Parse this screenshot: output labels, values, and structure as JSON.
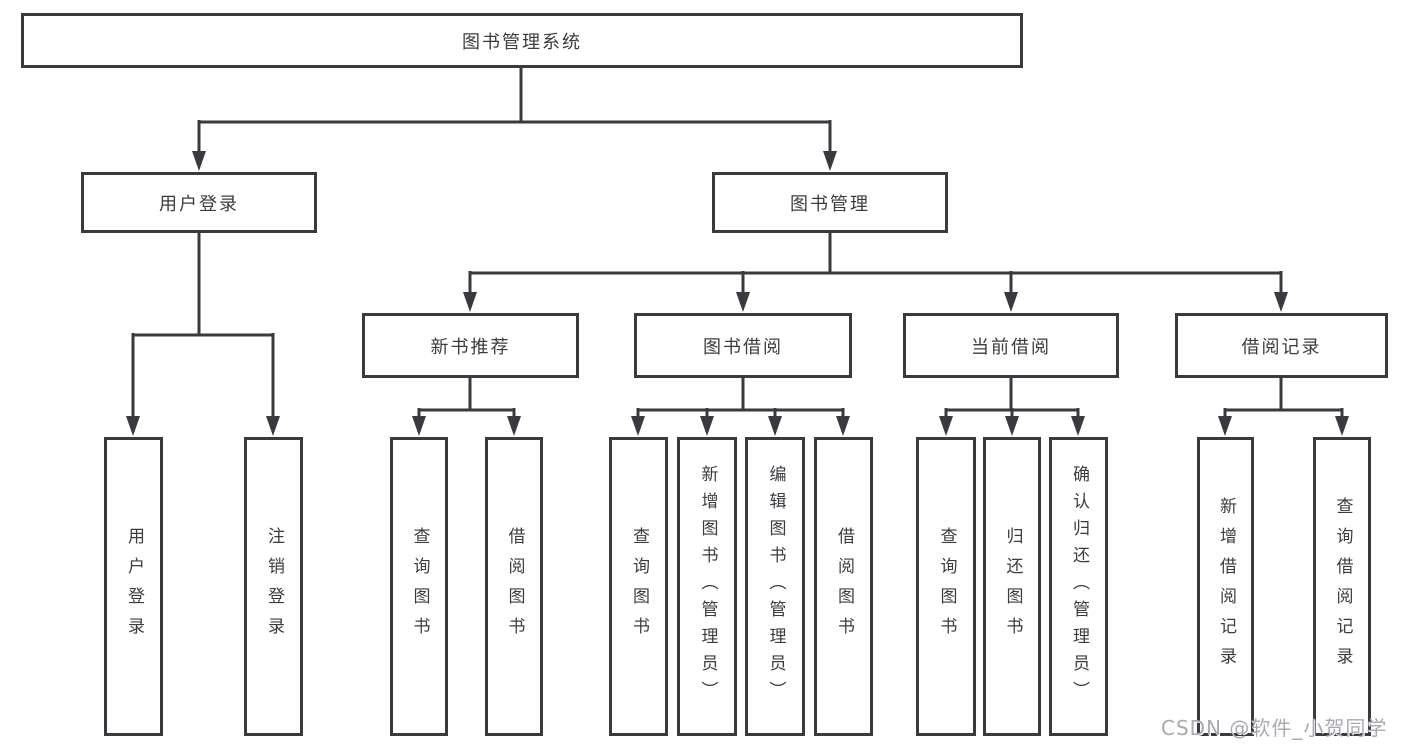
{
  "diagram_title": "图书管理系统",
  "nodes": {
    "root": "图书管理系统",
    "user_login": "用户登录",
    "book_mgmt": "图书管理",
    "new_book_rec": "新书推荐",
    "book_borrow": "图书借阅",
    "current_borrow": "当前借阅",
    "borrow_records": "借阅记录",
    "leaf_user_login": "用户登录",
    "leaf_logout": "注销登录",
    "leaf_query_books_rec": "查询图书",
    "leaf_borrow_books_rec": "借阅图书",
    "leaf_query_books_borrow": "查询图书",
    "leaf_add_books": "新增图书（管理员）",
    "leaf_edit_books": "编辑图书（管理员）",
    "leaf_borrow_books_borrow": "借阅图书",
    "leaf_query_books_current": "查询图书",
    "leaf_return_books": "归还图书",
    "leaf_confirm_return": "确认归还（管理员）",
    "leaf_add_record": "新增借阅记录",
    "leaf_query_record": "查询借阅记录"
  },
  "hierarchy": {
    "图书管理系统": {
      "用户登录": [
        "用户登录",
        "注销登录"
      ],
      "图书管理": {
        "新书推荐": [
          "查询图书",
          "借阅图书"
        ],
        "图书借阅": [
          "查询图书",
          "新增图书（管理员）",
          "编辑图书（管理员）",
          "借阅图书"
        ],
        "当前借阅": [
          "查询图书",
          "归还图书",
          "确认归还（管理员）"
        ],
        "借阅记录": [
          "新增借阅记录",
          "查询借阅记录"
        ]
      }
    }
  },
  "watermark": "CSDN @软件_小贺同学",
  "colors": {
    "line": "#3a3a3e",
    "text": "#3c3c40",
    "watermark": "#a9a9b2",
    "background": "#ffffff"
  }
}
